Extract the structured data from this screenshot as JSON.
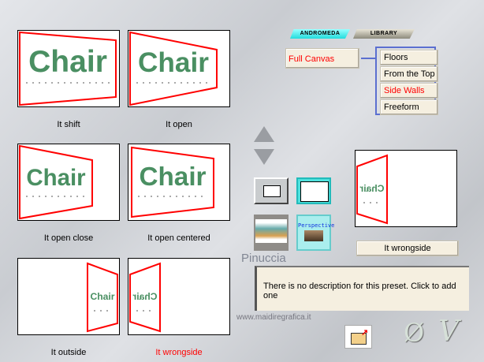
{
  "thumbnails": [
    {
      "label": "It shift",
      "selected": false
    },
    {
      "label": "It open",
      "selected": false
    },
    {
      "label": "It open close",
      "selected": false
    },
    {
      "label": "It open centered",
      "selected": false
    },
    {
      "label": "It outside",
      "selected": false
    },
    {
      "label": "It wrongside",
      "selected": true
    }
  ],
  "thumb_text": "Chair",
  "tabs": {
    "andromeda": "ANDROMEDA",
    "library": "LIBRARY"
  },
  "category": "Full Canvas",
  "subcategories": [
    {
      "label": "Floors",
      "selected": false
    },
    {
      "label": "From the Top",
      "selected": false
    },
    {
      "label": "Side Walls",
      "selected": true
    },
    {
      "label": "Freeform",
      "selected": false
    }
  ],
  "preview_label": "It wrongside",
  "description": "There is no description for this preset. Click to add one",
  "perspective_button_text": "Perspective",
  "watermark": {
    "name": "Pinuccia",
    "site": "www.maidiregrafica.it"
  },
  "actions": {
    "cancel": "Ø",
    "ok": "V"
  },
  "colors": {
    "accent": "#ff0000",
    "list_border": "#5b6fd0",
    "tab_active": "#3fe3e0",
    "cream": "#f5efe0"
  }
}
